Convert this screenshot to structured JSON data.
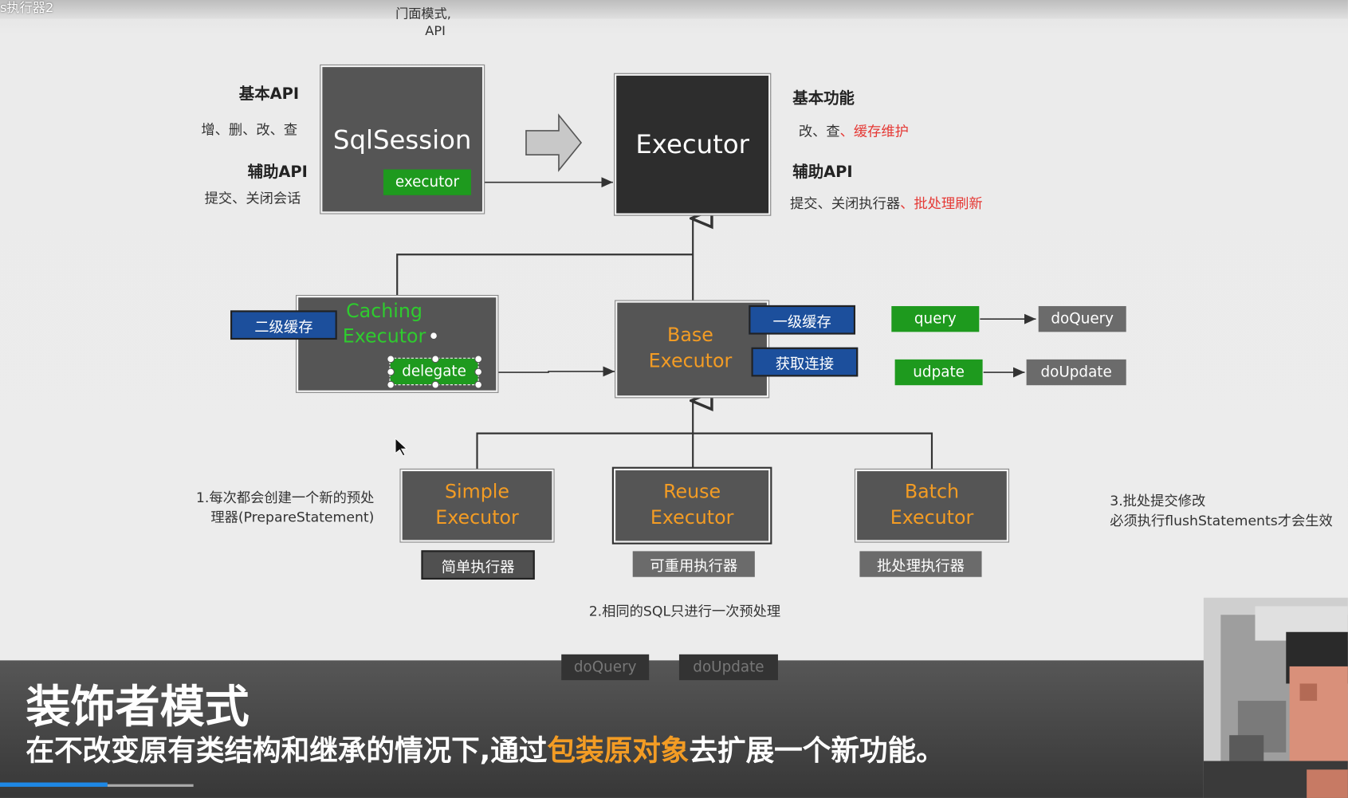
{
  "title": "s执行器2",
  "facade_note": [
    "门面模式,",
    "API"
  ],
  "left_notes": {
    "basic_api": "基本API",
    "crud": "增、删、改、查",
    "aux_api": "辅助API",
    "commit": "提交、关闭会话"
  },
  "sqlsession": {
    "label": "SqlSession",
    "field": "executor"
  },
  "executor": {
    "label": "Executor"
  },
  "right_notes": {
    "basic": "基本功能",
    "items_plain": "改、查",
    "items_red": "、缓存维护",
    "aux": "辅助API",
    "aux_plain": "提交、关闭执行器",
    "aux_red": "、批处理刷新"
  },
  "caching": {
    "line1": "Caching",
    "line2": "Executor",
    "delegate": "delegate",
    "tag": "二级缓存"
  },
  "base": {
    "line1": "Base",
    "line2": "Executor",
    "tag1": "一级缓存",
    "tag2": "获取连接"
  },
  "methods": {
    "query": "query",
    "doQuery": "doQuery",
    "udpate": "udpate",
    "doUpdate": "doUpdate"
  },
  "simple": {
    "line1": "Simple",
    "line2": "Executor",
    "cn": "简单执行器",
    "note1": "1.每次都会创建一个新的预处",
    "note2": "理器(PrepareStatement)"
  },
  "reuse": {
    "line1": "Reuse",
    "line2": "Executor",
    "cn": "可重用执行器",
    "note": "2.相同的SQL只进行一次预处理"
  },
  "batch": {
    "line1": "Batch",
    "line2": "Executor",
    "cn": "批处理执行器",
    "note1": "3.批处提交修改",
    "note2": "必须执行flushStatements才会生效"
  },
  "ghost": {
    "doQuery": "doQuery",
    "doUpdate": "doUpdate"
  },
  "caption": {
    "title": "装饰者模式",
    "pre": "在不改变原有类结构和继承的情况下,通过",
    "highlight": "包装原对象",
    "post": "去扩展一个新功能。"
  },
  "colors": {
    "orange": "#f39c24",
    "green": "#1e9a1e",
    "blue": "#1c4f9c",
    "red": "#e53935"
  }
}
